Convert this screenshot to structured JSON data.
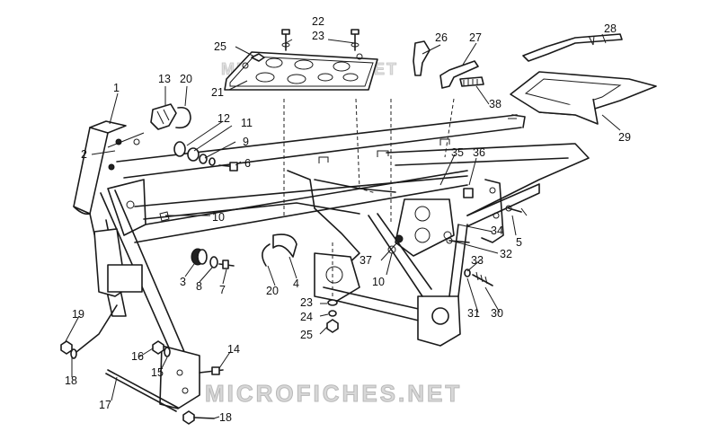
{
  "watermark": "MICROFICHES.NET",
  "labels": [
    {
      "id": "lbl-1",
      "text": "1"
    },
    {
      "id": "lbl-2",
      "text": "2"
    },
    {
      "id": "lbl-3",
      "text": "3"
    },
    {
      "id": "lbl-4",
      "text": "4"
    },
    {
      "id": "lbl-5",
      "text": "5"
    },
    {
      "id": "lbl-6",
      "text": "6"
    },
    {
      "id": "lbl-7",
      "text": "7"
    },
    {
      "id": "lbl-8",
      "text": "8"
    },
    {
      "id": "lbl-9",
      "text": "9"
    },
    {
      "id": "lbl-10a",
      "text": "10"
    },
    {
      "id": "lbl-10b",
      "text": "10"
    },
    {
      "id": "lbl-11",
      "text": "11"
    },
    {
      "id": "lbl-12",
      "text": "12"
    },
    {
      "id": "lbl-13",
      "text": "13"
    },
    {
      "id": "lbl-14",
      "text": "14"
    },
    {
      "id": "lbl-15",
      "text": "15"
    },
    {
      "id": "lbl-16",
      "text": "16"
    },
    {
      "id": "lbl-17",
      "text": "17"
    },
    {
      "id": "lbl-18a",
      "text": "18"
    },
    {
      "id": "lbl-18b",
      "text": "18"
    },
    {
      "id": "lbl-19",
      "text": "19"
    },
    {
      "id": "lbl-20a",
      "text": "20"
    },
    {
      "id": "lbl-20b",
      "text": "20"
    },
    {
      "id": "lbl-21",
      "text": "21"
    },
    {
      "id": "lbl-22",
      "text": "22"
    },
    {
      "id": "lbl-23a",
      "text": "23"
    },
    {
      "id": "lbl-23b",
      "text": "23"
    },
    {
      "id": "lbl-24",
      "text": "24"
    },
    {
      "id": "lbl-25a",
      "text": "25"
    },
    {
      "id": "lbl-25b",
      "text": "25"
    },
    {
      "id": "lbl-26",
      "text": "26"
    },
    {
      "id": "lbl-27",
      "text": "27"
    },
    {
      "id": "lbl-28",
      "text": "28"
    },
    {
      "id": "lbl-29",
      "text": "29"
    },
    {
      "id": "lbl-30",
      "text": "30"
    },
    {
      "id": "lbl-31",
      "text": "31"
    },
    {
      "id": "lbl-32",
      "text": "32"
    },
    {
      "id": "lbl-33",
      "text": "33"
    },
    {
      "id": "lbl-34",
      "text": "34"
    },
    {
      "id": "lbl-35",
      "text": "35"
    },
    {
      "id": "lbl-36",
      "text": "36"
    },
    {
      "id": "lbl-37",
      "text": "37"
    },
    {
      "id": "lbl-38",
      "text": "38"
    }
  ]
}
